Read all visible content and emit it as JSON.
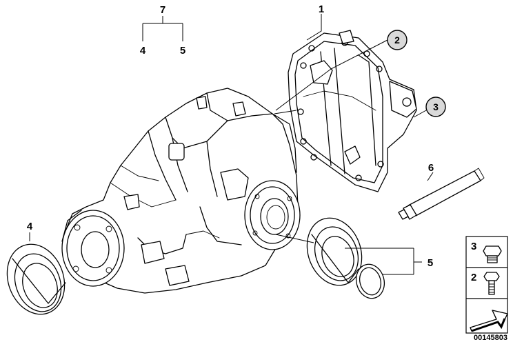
{
  "callouts": {
    "n7": "7",
    "n4_top": "4",
    "n5_top": "5",
    "n1": "1",
    "n2": "2",
    "n3": "3",
    "n6": "6",
    "n4": "4",
    "n5": "5"
  },
  "legend": {
    "row3": "3",
    "row2": "2"
  },
  "part_id": "00145803"
}
